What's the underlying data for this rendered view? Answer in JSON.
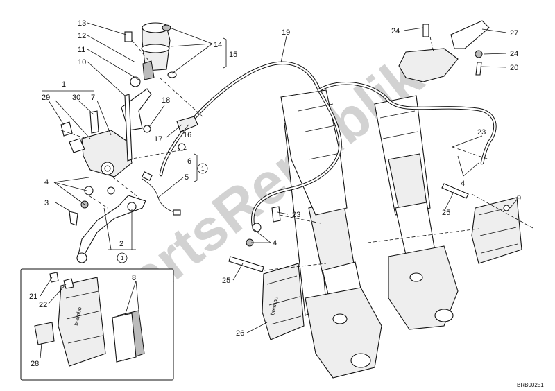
{
  "watermark": "PartsRepublik",
  "diagram_code": "BRB00251",
  "callouts": [
    {
      "id": "c13",
      "text": "13"
    },
    {
      "id": "c12",
      "text": "12"
    },
    {
      "id": "c11",
      "text": "11"
    },
    {
      "id": "c10",
      "text": "10"
    },
    {
      "id": "c1",
      "text": "1"
    },
    {
      "id": "c29",
      "text": "29"
    },
    {
      "id": "c30",
      "text": "30"
    },
    {
      "id": "c7",
      "text": "7"
    },
    {
      "id": "c18",
      "text": "18"
    },
    {
      "id": "c17",
      "text": "17"
    },
    {
      "id": "c16",
      "text": "16"
    },
    {
      "id": "c14",
      "text": "14"
    },
    {
      "id": "c15",
      "text": "15"
    },
    {
      "id": "c19",
      "text": "19"
    },
    {
      "id": "c6",
      "text": "6"
    },
    {
      "id": "c5",
      "text": "5"
    },
    {
      "id": "c4a",
      "text": "4"
    },
    {
      "id": "c3",
      "text": "3"
    },
    {
      "id": "c2",
      "text": "2"
    },
    {
      "id": "c24a",
      "text": "24"
    },
    {
      "id": "c27",
      "text": "27"
    },
    {
      "id": "c24b",
      "text": "24"
    },
    {
      "id": "c20",
      "text": "20"
    },
    {
      "id": "c23a",
      "text": "23"
    },
    {
      "id": "c4b",
      "text": "4"
    },
    {
      "id": "c9",
      "text": "9"
    },
    {
      "id": "c25a",
      "text": "25"
    },
    {
      "id": "c23b",
      "text": "23"
    },
    {
      "id": "c4c",
      "text": "4"
    },
    {
      "id": "c25b",
      "text": "25"
    },
    {
      "id": "c26",
      "text": "26"
    },
    {
      "id": "c21",
      "text": "21"
    },
    {
      "id": "c22",
      "text": "22"
    },
    {
      "id": "c8",
      "text": "8"
    },
    {
      "id": "c28",
      "text": "28"
    }
  ],
  "circled_refs": [
    {
      "id": "r1",
      "text": "1"
    },
    {
      "id": "r2",
      "text": "1"
    }
  ]
}
